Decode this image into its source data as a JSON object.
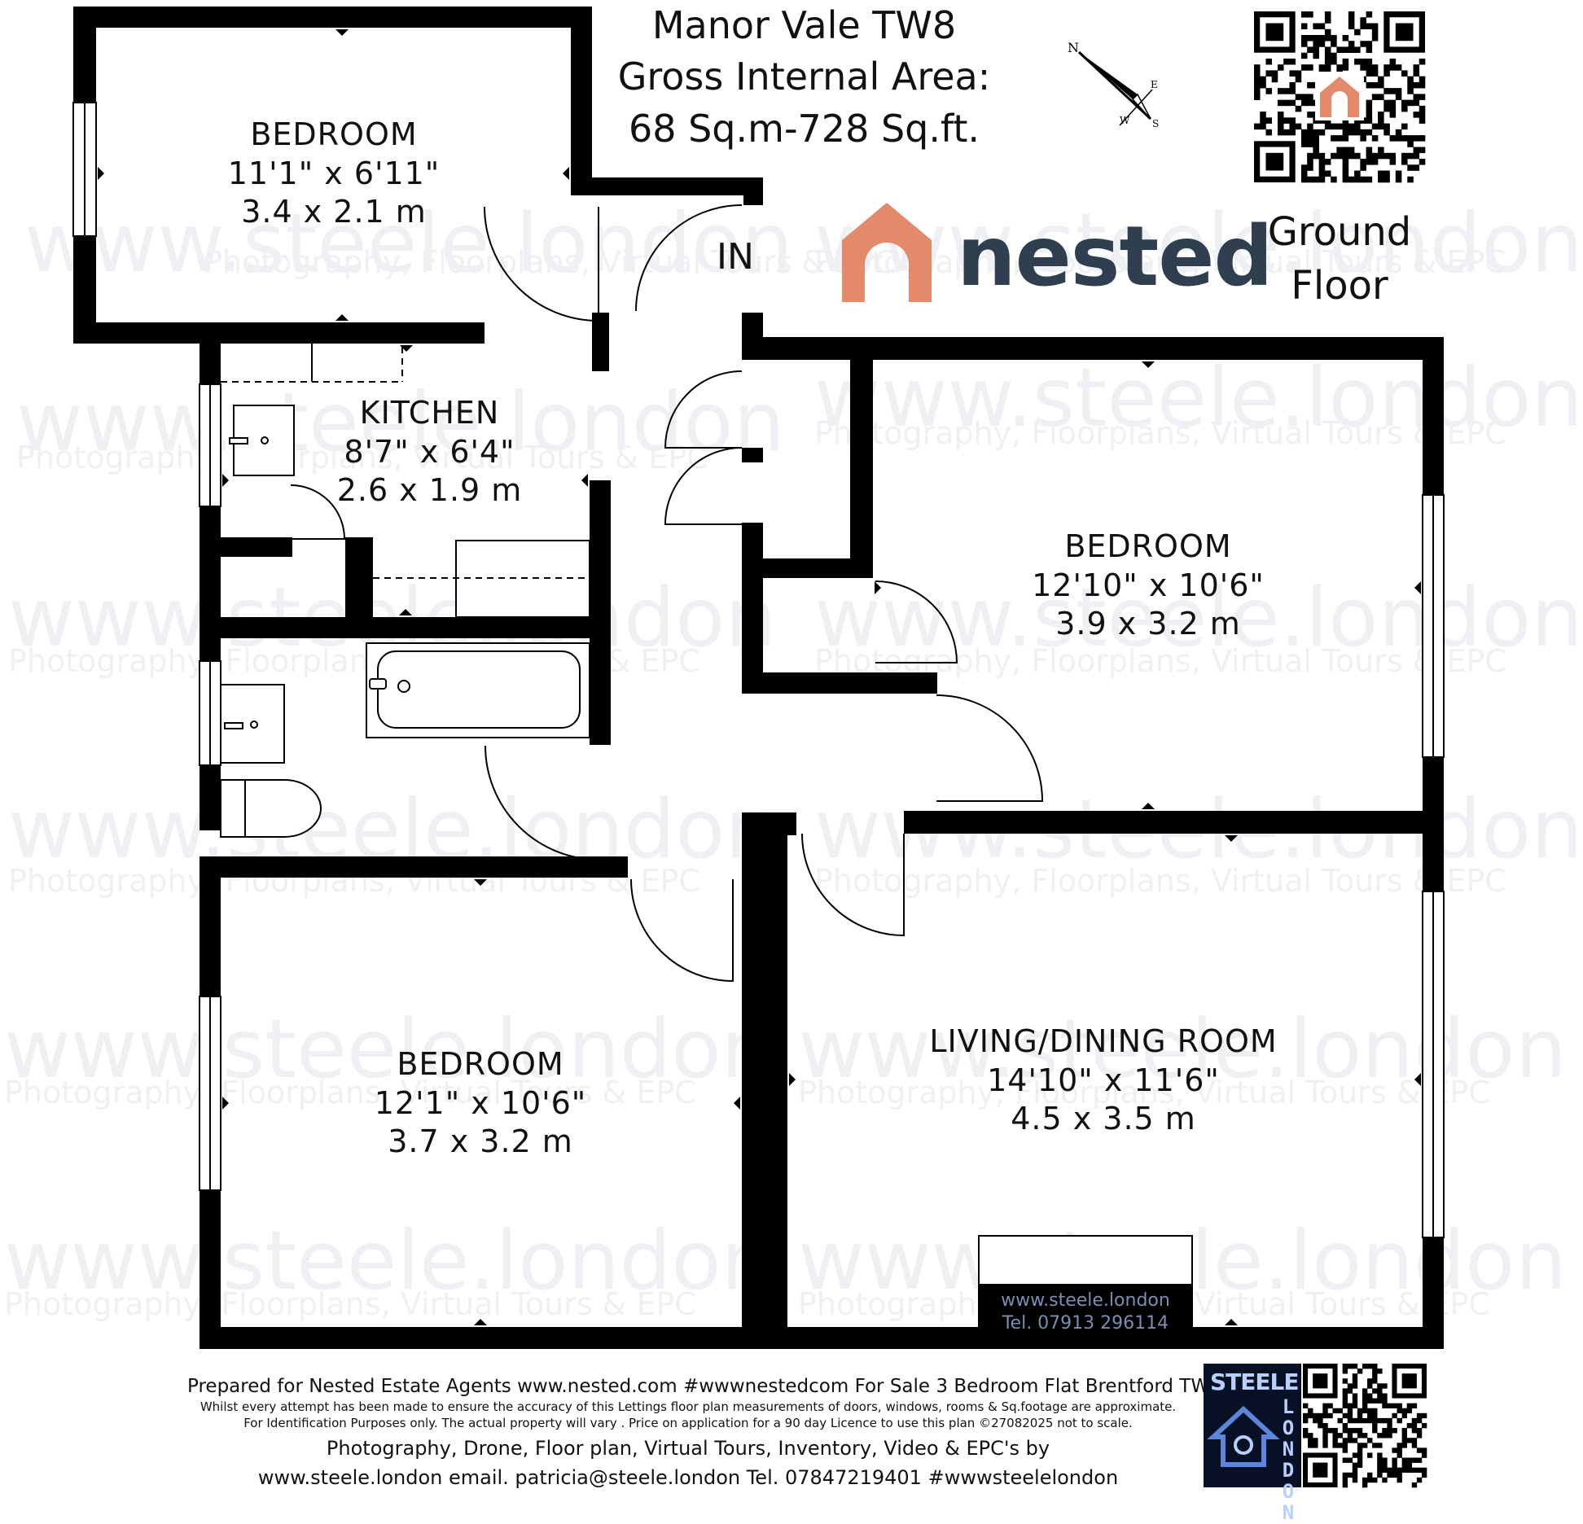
{
  "header": {
    "title": "Manor Vale TW8",
    "area_label": "Gross Internal Area:",
    "area_value": "68 Sq.m-728 Sq.ft."
  },
  "floor_label": {
    "line1": "Ground",
    "line2": "Floor"
  },
  "entrance_label": "IN",
  "compass": {
    "n": "N",
    "e": "E",
    "s": "S",
    "w": "W"
  },
  "logo": {
    "word": "nested",
    "color": "#e38a6a"
  },
  "rooms": [
    {
      "name": "BEDROOM",
      "imperial": "11'1\" x 6'11\"",
      "metric": "3.4 x 2.1 m"
    },
    {
      "name": "KITCHEN",
      "imperial": "8'7\" x 6'4\"",
      "metric": "2.6 x 1.9 m"
    },
    {
      "name": "BEDROOM",
      "imperial": "12'10\" x 10'6\"",
      "metric": "3.9 x 3.2 m"
    },
    {
      "name": "BEDROOM",
      "imperial": "12'1\" x 10'6\"",
      "metric": "3.7 x 3.2 m"
    },
    {
      "name": "LIVING/DINING ROOM",
      "imperial": "14'10\" x 11'6\"",
      "metric": "4.5 x 3.5 m"
    }
  ],
  "tv_panel": {
    "line1": "www.steele.london",
    "line2": "Tel. 07913 296114"
  },
  "watermark": {
    "line1": "www.steele.london",
    "line2": "Photography, Floorplans, Virtual Tours & EPC"
  },
  "footer": {
    "line1": "Prepared for Nested Estate Agents www.nested.com  #wwwnestedcom For Sale 3 Bedroom Flat Brentford TW8",
    "line2": "Whilst every attempt has been made to ensure the accuracy of this Lettings floor plan measurements of doors, windows, rooms & Sq.footage are approximate.",
    "line3": "For Identification Purposes only. The actual property will vary . Price on application for a 90 day Licence to use this plan ©27082025 not to scale.",
    "line4": "Photography, Drone, Floor plan, Virtual Tours, Inventory, Video & EPC's by",
    "line5": "www.steele.london  email. patricia@steele.london  Tel. 07847219401  #wwwsteelelondon"
  },
  "steele_badge": {
    "brand": "STEELE",
    "vertical": "LONDON"
  },
  "colors": {
    "wall": "#000000",
    "badge_bg": "#071024",
    "badge_text": "#b8d0ff",
    "logo_text": "#2f3f50"
  }
}
